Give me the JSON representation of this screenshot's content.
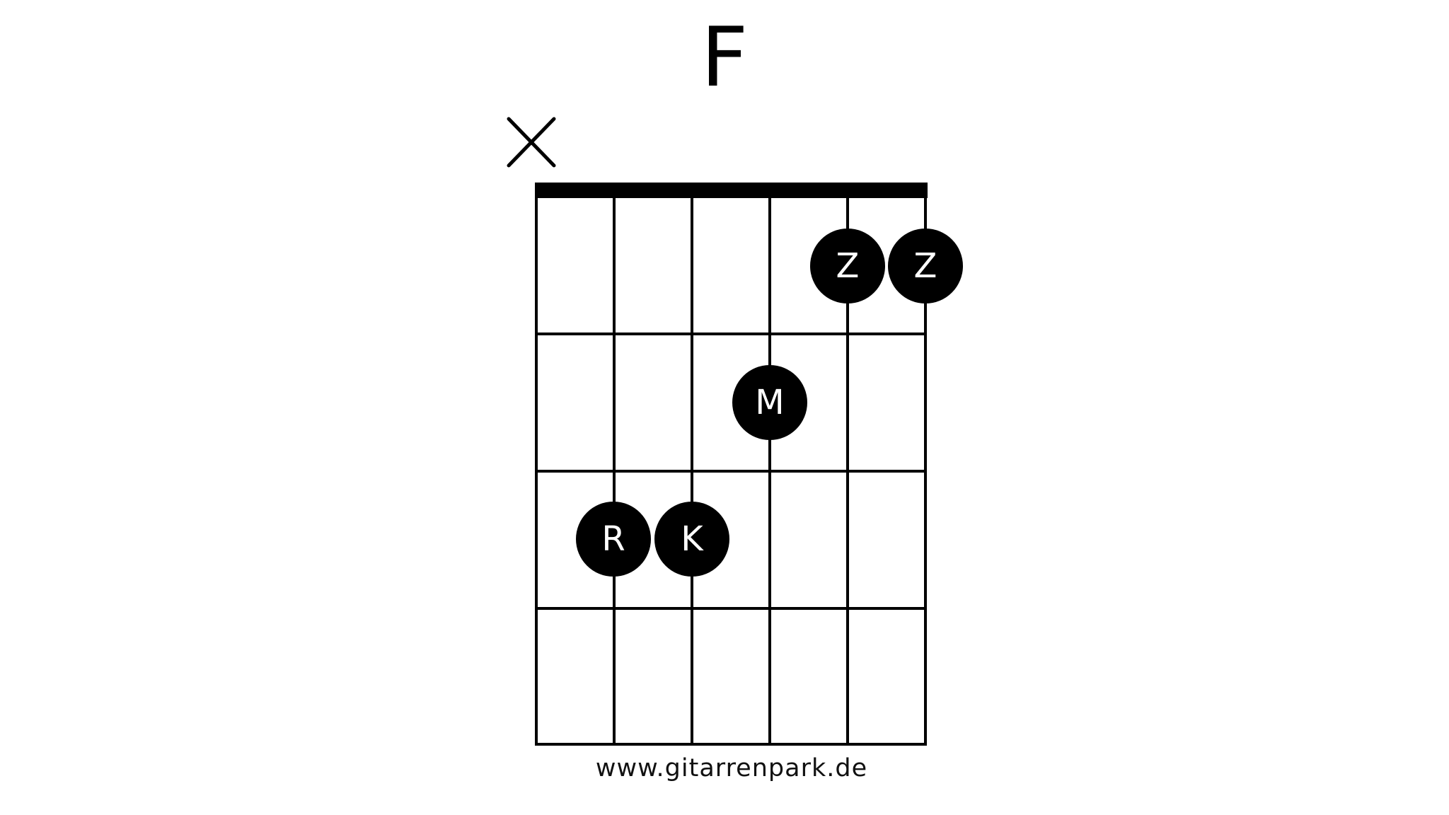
{
  "chord": {
    "name": "F",
    "muted_strings": [
      1
    ],
    "open_strings": [],
    "frets_shown": 4,
    "strings": 6,
    "nut": true,
    "fingers": [
      {
        "string": 2,
        "fret": 3,
        "label": "R"
      },
      {
        "string": 3,
        "fret": 3,
        "label": "K"
      },
      {
        "string": 4,
        "fret": 2,
        "label": "M"
      },
      {
        "string": 5,
        "fret": 1,
        "label": "Z"
      },
      {
        "string": 6,
        "fret": 1,
        "label": "Z"
      }
    ]
  },
  "muted_marker": "X",
  "footer": {
    "url": "www.gitarrenpark.de"
  },
  "colors": {
    "ink": "#000000",
    "background": "#ffffff",
    "dot_text": "#ffffff"
  }
}
